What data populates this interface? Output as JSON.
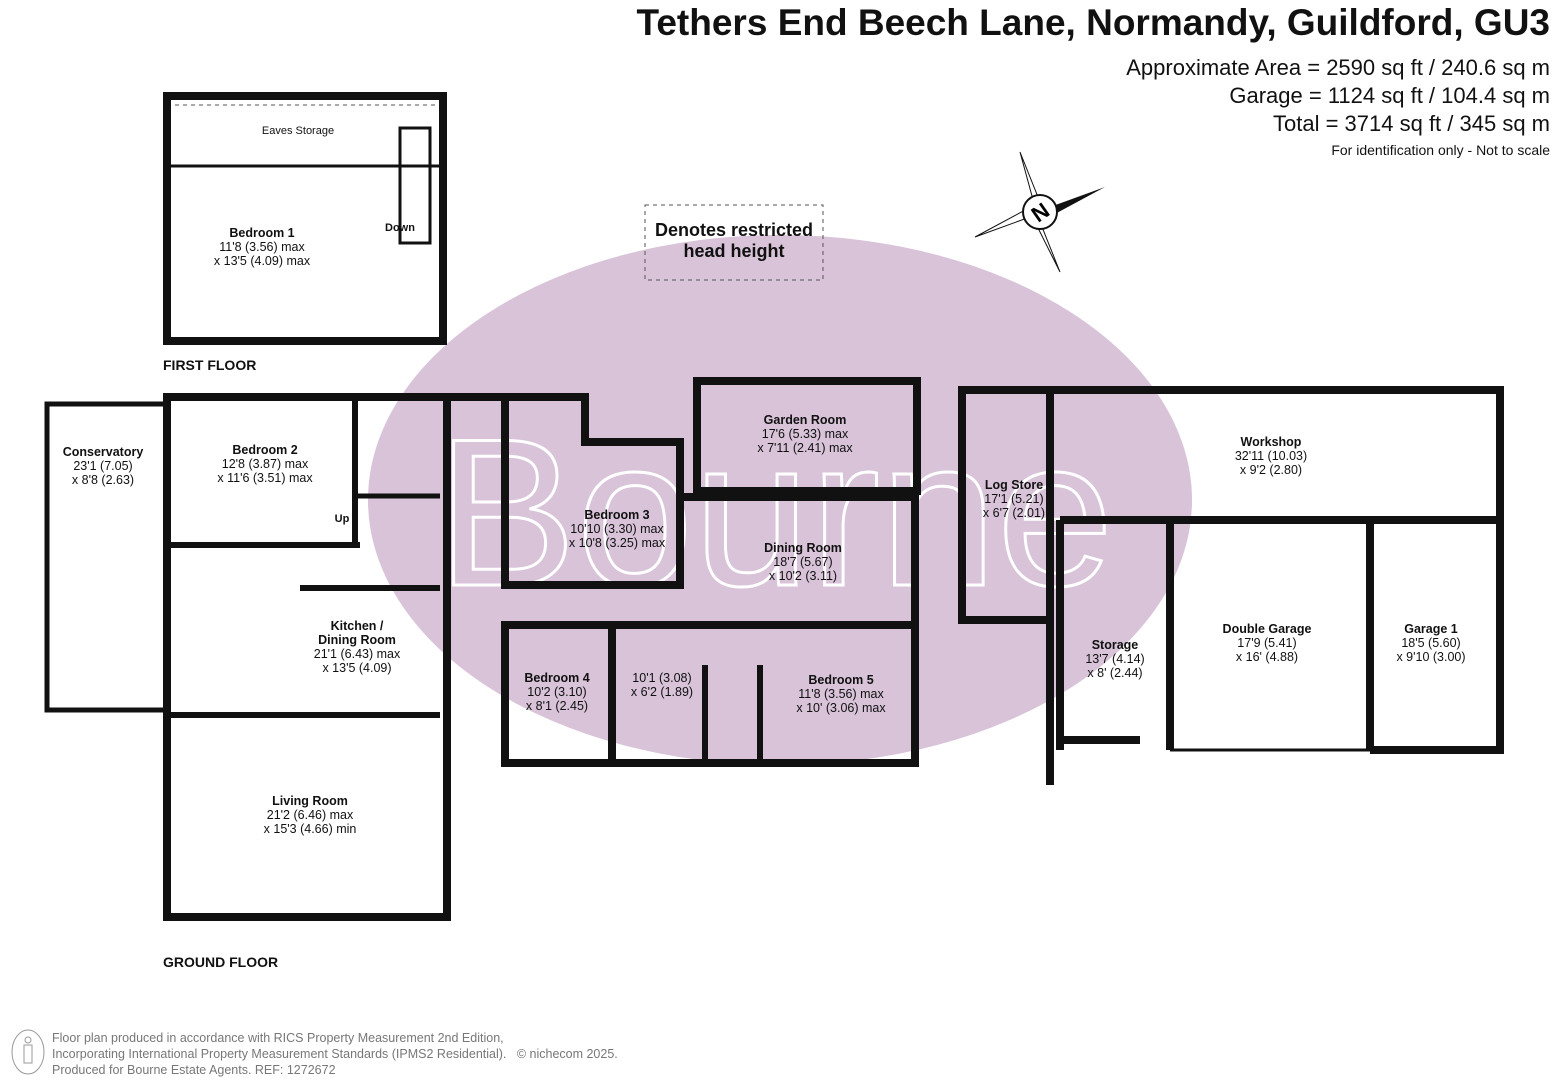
{
  "header": {
    "title": "Tethers End Beech Lane, Normandy, Guildford, GU3",
    "approx_area": "Approximate Area = 2590 sq ft / 240.6 sq m",
    "garage_area": "Garage = 1124 sq ft / 104.4 sq m",
    "total_area": "Total = 3714 sq ft / 345 sq m",
    "disclaimer": "For identification only - Not to scale"
  },
  "legend": {
    "restricted_line1": "Denotes restricted",
    "restricted_line2": "head height"
  },
  "watermark": {
    "text": "Bourne",
    "color": "#d8c3d8"
  },
  "floors": {
    "first": "FIRST FLOOR",
    "ground": "GROUND FLOOR"
  },
  "rooms": {
    "eaves": {
      "name": "Eaves Storage"
    },
    "bedroom1": {
      "name": "Bedroom 1",
      "dim1": "11'8 (3.56) max",
      "dim2": "x 13'5 (4.09) max"
    },
    "down": {
      "name": "Down"
    },
    "up": {
      "name": "Up"
    },
    "conservatory": {
      "name": "Conservatory",
      "dim1": "23'1 (7.05)",
      "dim2": "x 8'8 (2.63)"
    },
    "bedroom2": {
      "name": "Bedroom 2",
      "dim1": "12'8 (3.87) max",
      "dim2": "x 11'6 (3.51) max"
    },
    "kitchen": {
      "name": "Kitchen /",
      "name2": "Dining Room",
      "dim1": "21'1 (6.43) max",
      "dim2": "x 13'5 (4.09)"
    },
    "living": {
      "name": "Living Room",
      "dim1": "21'2 (6.46) max",
      "dim2": "x 15'3 (4.66) min"
    },
    "bedroom3": {
      "name": "Bedroom 3",
      "dim1": "10'10 (3.30) max",
      "dim2": "x 10'8 (3.25) max"
    },
    "garden": {
      "name": "Garden Room",
      "dim1": "17'6 (5.33) max",
      "dim2": "x 7'11 (2.41) max"
    },
    "dining": {
      "name": "Dining Room",
      "dim1": "18'7 (5.67)",
      "dim2": "x 10'2 (3.11)"
    },
    "bedroom4": {
      "name": "Bedroom 4",
      "dim1": "10'2 (3.10)",
      "dim2": "x 8'1 (2.45)"
    },
    "kitchenette": {
      "dim1": "10'1 (3.08)",
      "dim2": "x 6'2 (1.89)"
    },
    "bedroom5": {
      "name": "Bedroom 5",
      "dim1": "11'8 (3.56) max",
      "dim2": "x 10' (3.06) max"
    },
    "logstore": {
      "name": "Log Store",
      "dim1": "17'1 (5.21)",
      "dim2": "x 6'7 (2.01)"
    },
    "workshop": {
      "name": "Workshop",
      "dim1": "32'11 (10.03)",
      "dim2": "x 9'2 (2.80)"
    },
    "storage": {
      "name": "Storage",
      "dim1": "13'7 (4.14)",
      "dim2": "x 8' (2.44)"
    },
    "double_garage": {
      "name": "Double Garage",
      "dim1": "17'9 (5.41)",
      "dim2": "x 16' (4.88)"
    },
    "garage1": {
      "name": "Garage 1",
      "dim1": "18'5 (5.60)",
      "dim2": "x 9'10 (3.00)"
    }
  },
  "compass": {
    "label": "N"
  },
  "footer": {
    "line1": "Floor plan produced in accordance with RICS Property Measurement 2nd Edition,",
    "line2": "Incorporating International Property Measurement Standards (IPMS2 Residential).",
    "copyright": "© nichecom 2025.",
    "line3": "Produced for Bourne Estate Agents.   REF:  1272672"
  }
}
